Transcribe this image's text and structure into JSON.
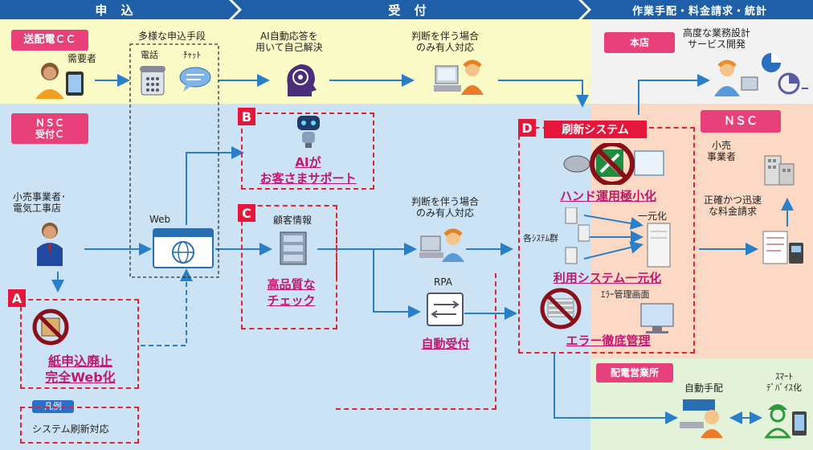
{
  "header": {
    "phase1": "申 込",
    "phase2": "受 付",
    "phase3": "作業手配・料金請求・統計"
  },
  "zones": {
    "soden": "送配電ＣＣ",
    "nsc_uketsuke": "ＮＳＣ\n受付Ｃ",
    "honten": "本店",
    "nsc": "ＮＳＣ",
    "haiden": "配電営業所"
  },
  "labels": {
    "juyousha": "需要者",
    "tayou": "多様な申込手段",
    "denwa": "電話",
    "chat": "ﾁｬｯﾄ",
    "ai_jido": "AI自動応答を\n用いて自己解決",
    "handan1": "判断を伴う場合\nのみ有人対応",
    "kodo": "高度な業務設計\nサービス開発",
    "kouri_denki": "小売事業者･\n電気工事店",
    "web": "Web",
    "kokyaku": "顧客情報",
    "handan2": "判断を伴う場合\nのみ有人対応",
    "rpa": "RPA",
    "shisutemu_gun": "各ｼｽﾃﾑ群",
    "ichigenka": "一元化",
    "error_kanri": "ｴﾗｰ管理画面",
    "kouri_jigyousha": "小売\n事業者",
    "seikaku": "正確かつ迅速\nな料金請求",
    "jido_tehai": "自動手配",
    "smart": "ｽﾏｰﾄ\nﾃﾞﾊﾞｲｽ化",
    "hanrei": "凡例",
    "hanrei_desc": "システム刷新対応"
  },
  "highlights": {
    "A": "A",
    "B": "B",
    "C": "C",
    "D": "D",
    "a_text": "紙申込廃止\n完全Web化",
    "b_text": "AIが\nお客さまサポート",
    "c_text": "高品質な\nチェック",
    "c_rpa": "自動受付",
    "d_title": "刷新システム",
    "d_hand": "ハンド運用極小化",
    "d_riyou": "利用システム一元化",
    "d_error": "エラー徹底管理"
  },
  "colors": {
    "header": "#1f5fa8",
    "yellow": "#fbfbc8",
    "blue": "#cce3f6",
    "peach": "#fcd9c5",
    "green": "#e3f2d8",
    "pink": "#f2f2f2",
    "tag": "#e8407a",
    "accent": "#c0186f",
    "dash": "#e0252f"
  }
}
